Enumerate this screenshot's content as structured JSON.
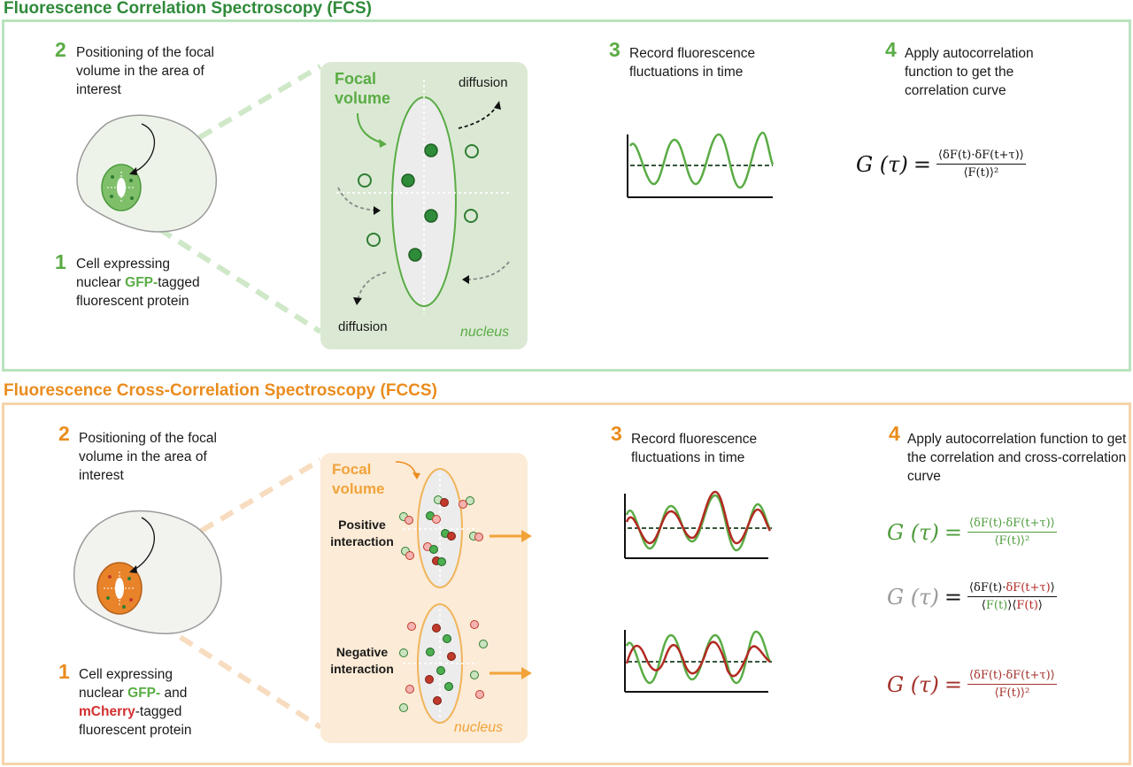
{
  "colors": {
    "fcs_border": "#b9e3bd",
    "fcs_title": "#2f8a3a",
    "fccs_border": "#f6d3a9",
    "fccs_title": "#ea8c1e",
    "green": "#5aac45",
    "dark_green": "#2f7d32",
    "red": "#c0392b",
    "grey": "#9a9a9a",
    "nucleus_fcs_bg": "#dbe9d4",
    "nucleus_fccs_bg": "#fcebd6"
  },
  "fcs": {
    "title": "Fluorescence Correlation Spectroscopy (FCS)",
    "step1": {
      "num": "1",
      "line1": "Cell expressing",
      "line2_pre": "nuclear ",
      "line2_hl": "GFP-",
      "line2_post": "tagged",
      "line3": "fluorescent protein"
    },
    "step2": {
      "num": "2",
      "text": "Positioning of the focal volume in the area of interest"
    },
    "step3": {
      "num": "3",
      "text": "Record fluorescence fluctuations in time"
    },
    "step4": {
      "num": "4",
      "text": "Apply autocorrelation function to get the correlation curve"
    },
    "focal_volume_label": "Focal volume",
    "diffusion_top": "diffusion",
    "diffusion_bottom": "diffusion",
    "nucleus_label": "nucleus",
    "equation": {
      "lhs": "G (τ)",
      "eq": "=",
      "numerator": "⟨δF(t)·δF(t+τ)⟩",
      "denominator": "⟨F(t)⟩²"
    }
  },
  "fccs": {
    "title": "Fluorescence Cross-Correlation Spectroscopy (FCCS)",
    "step1": {
      "num": "1",
      "line1": "Cell expressing",
      "line2_pre": "nuclear ",
      "line2_hl": "GFP-",
      "line2_post": " and",
      "line3_hl": "mCherry",
      "line3_post": "-tagged",
      "line4": "fluorescent protein"
    },
    "step2": {
      "num": "2",
      "text": "Positioning of the focal volume in the area of interest"
    },
    "step3": {
      "num": "3",
      "text": "Record fluorescence fluctuations in time"
    },
    "step4": {
      "num": "4",
      "text": "Apply autocorrelation function to get the correlation and cross-correlation curve"
    },
    "focal_volume_label": "Focal volume",
    "positive_label": "Positive interaction",
    "negative_label": "Negative interaction",
    "nucleus_label": "nucleus",
    "eq_green": {
      "lhs": "G (τ)",
      "eq": "=",
      "numerator": "⟨δF(t)·δF(t+τ)⟩",
      "denominator": "⟨F(t)⟩²"
    },
    "eq_cross": {
      "lhs": "G (τ)",
      "eq": "=",
      "num_a": "⟨δF(t)·",
      "num_b": "δF(t+τ)",
      "num_c": "⟩",
      "den_a": "⟨",
      "den_b": "F(t)",
      "den_c": "⟩⟨",
      "den_d": "F(t)",
      "den_e": "⟩"
    },
    "eq_red": {
      "lhs": "G (τ)",
      "eq": "=",
      "numerator": "⟨δF(t)·δF(t+τ)⟩",
      "denominator": "⟨F(t)⟩²"
    }
  }
}
